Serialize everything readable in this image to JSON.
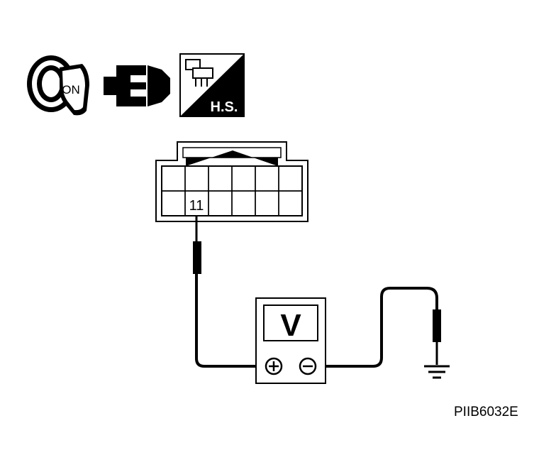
{
  "icons": {
    "ignition": {
      "icon": "ignition-key-icon",
      "label": "ON"
    },
    "connector": {
      "icon": "disconnected-connector-icon"
    },
    "harness_side": {
      "icon": "harness-side-icon",
      "label": "H.S."
    }
  },
  "connector": {
    "terminal_label": "11"
  },
  "meter": {
    "display": "V",
    "positive_symbol": "+",
    "negative_symbol": "-"
  },
  "ground": {
    "icon": "ground-symbol-icon"
  },
  "figure_code": "PIIB6032E",
  "colors": {
    "ink": "#000000",
    "paper": "#ffffff"
  }
}
